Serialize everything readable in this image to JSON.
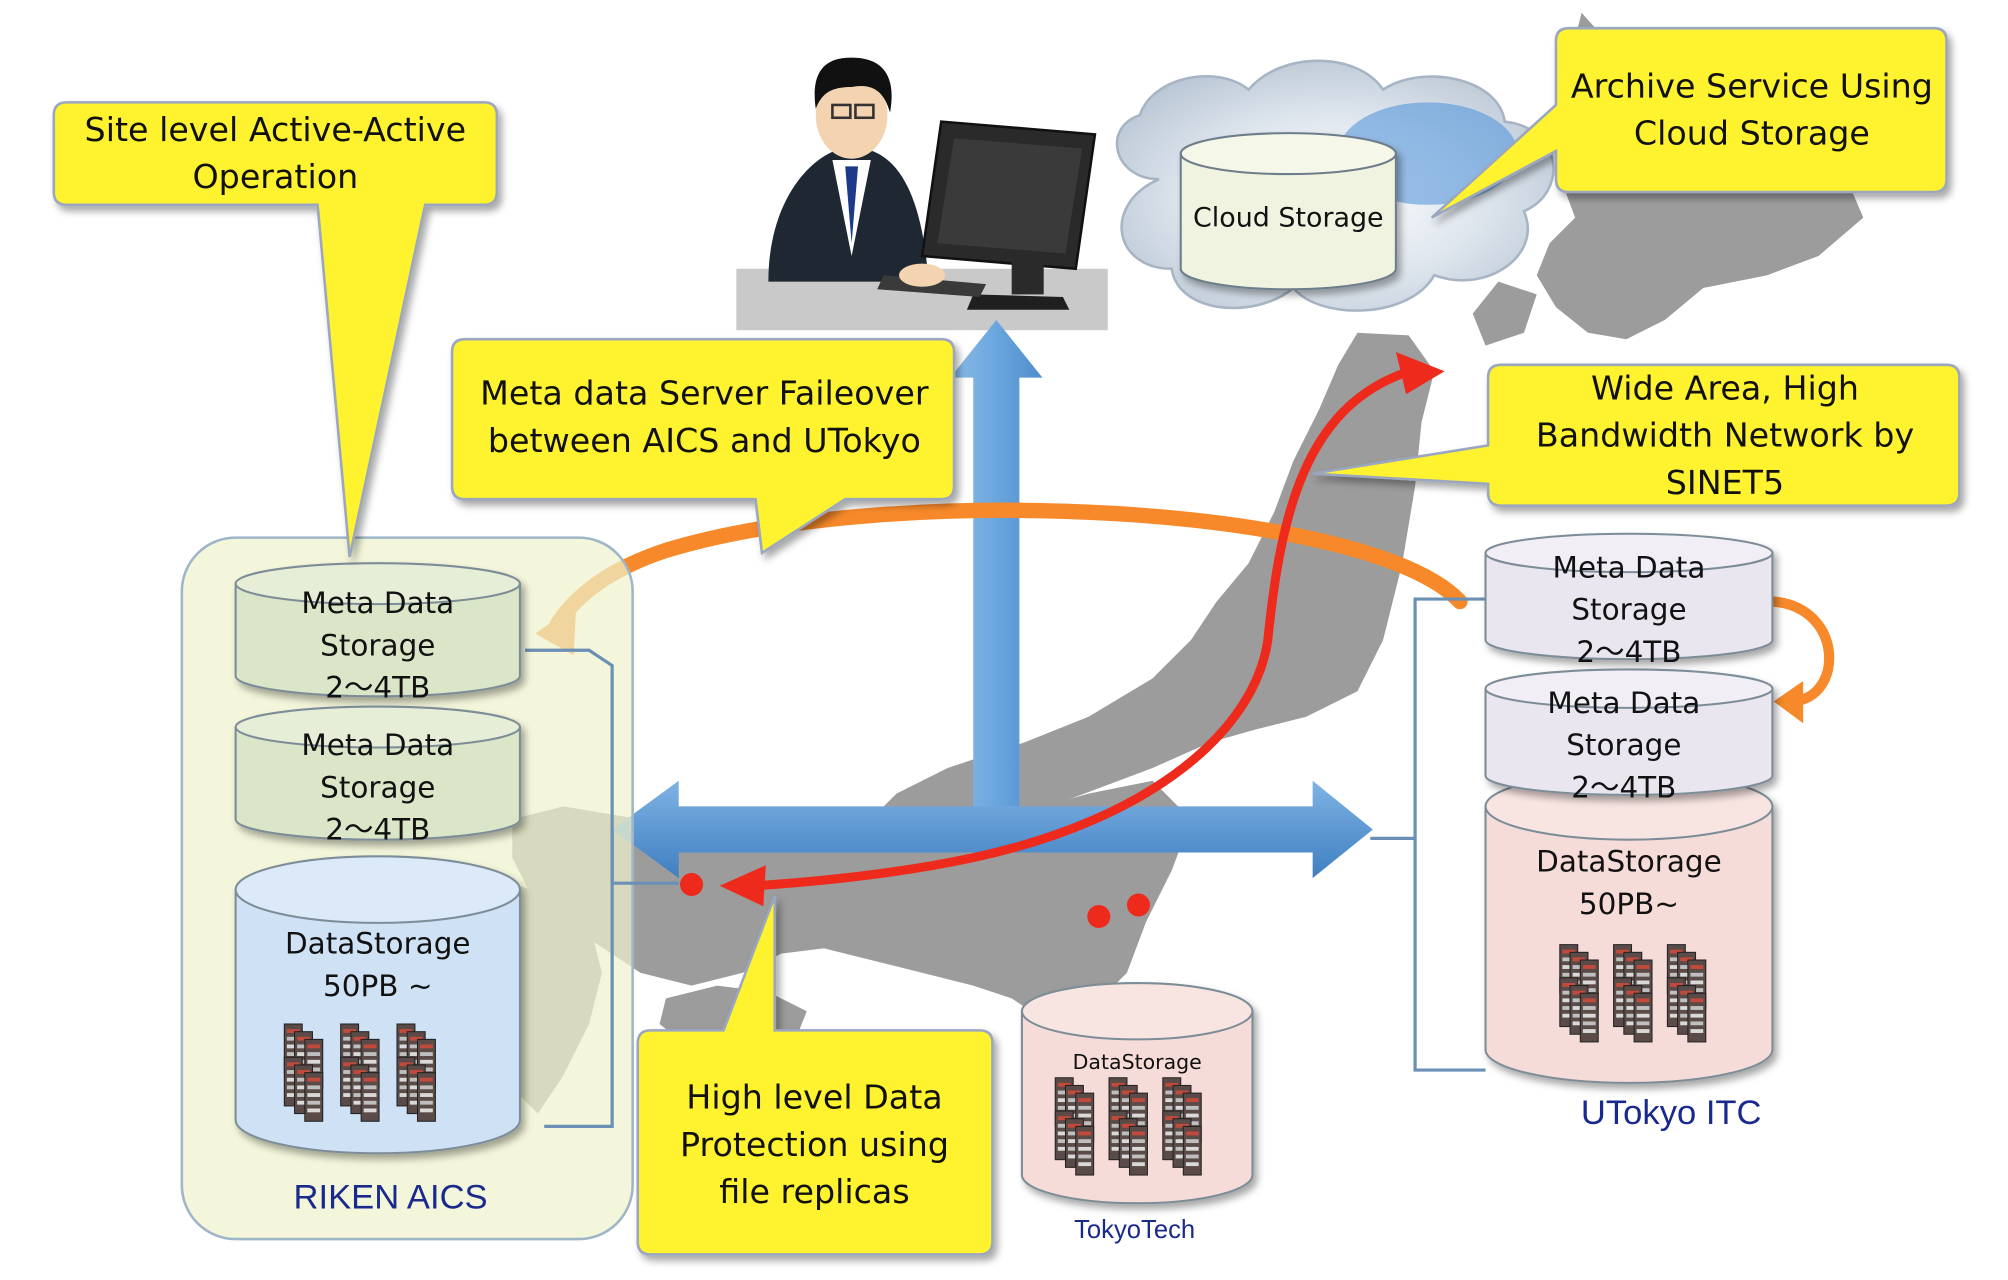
{
  "callouts": {
    "active_active": "Site level Active-Active Operation",
    "archive": "Archive Service Using Cloud Storage",
    "failover": "Meta data Server Faileover between AICS and UTokyo",
    "network": "Wide Area, High Bandwidth Network by SINET5",
    "protection": "High level Data Protection using file replicas"
  },
  "cloud": {
    "label": "Cloud Storage"
  },
  "aics": {
    "meta1": "Meta Data\nStorage\n2〜4TB",
    "meta2": "Meta Data\nStorage\n2〜4TB",
    "data": "DataStorage\n50PB ~",
    "site_name": "RIKEN AICS"
  },
  "utokyo": {
    "meta1": "Meta Data\nStorage\n2〜4TB",
    "meta2": "Meta Data\nStorage\n2〜4TB",
    "data": "DataStorage\n50PB~",
    "site_name": "UTokyo ITC"
  },
  "tokyotech": {
    "data": "DataStorage",
    "site_name": "TokyoTech"
  },
  "colors": {
    "callout_fill": "#fff22e",
    "callout_stroke": "#9aa7bf",
    "arrow_blue": "#5b9bd5",
    "arrow_red": "#ee2a1c",
    "arrow_orange": "#f7892a",
    "map_gray": "#9a9a9a",
    "site_text": "#1a2a8c"
  }
}
